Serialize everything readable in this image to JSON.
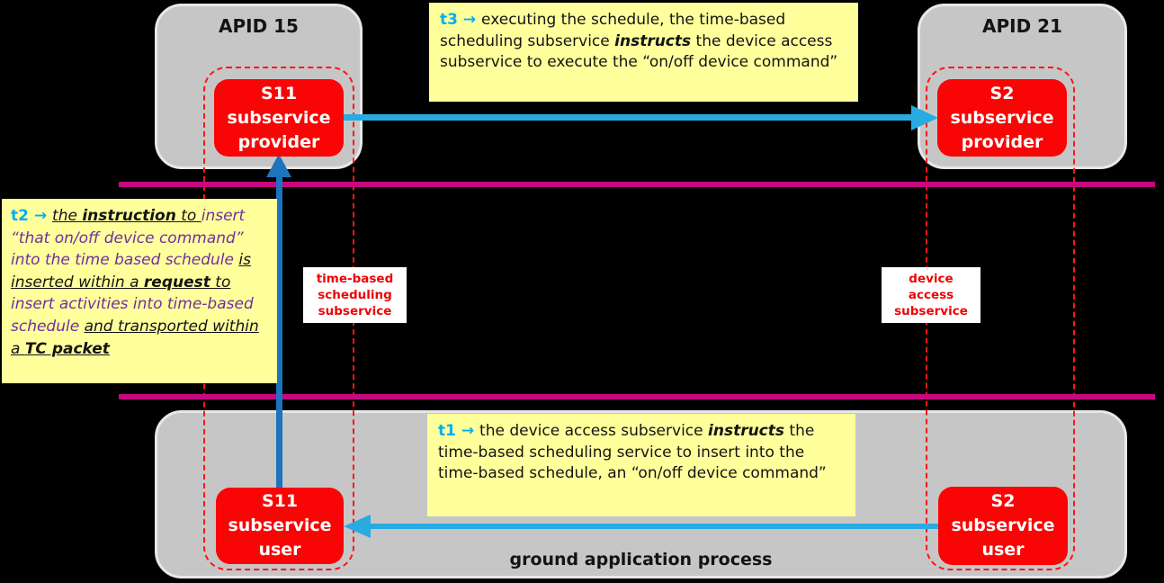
{
  "colors": {
    "background": "#000000",
    "process_box_fill": "#C6C6C6",
    "subservice_box_fill": "#F90505",
    "note_fill": "#FFFF9C",
    "bus_line": "#C6077F",
    "arrow_light_blue": "#29ABE2",
    "arrow_dark_blue": "#1C75BC",
    "lifeline_dashed_red": "#FF1616",
    "step_label_cyan": "#00AEEF",
    "note_purple_text": "#7030A0"
  },
  "apid15": {
    "title": "APID 15"
  },
  "apid21": {
    "title": "APID 21"
  },
  "ground": {
    "label": "ground application process"
  },
  "red_boxes": {
    "s11_provider": {
      "lines": [
        "S11",
        "subservice",
        "provider"
      ]
    },
    "s2_provider": {
      "lines": [
        "S2",
        "subservice",
        "provider"
      ]
    },
    "s11_user": {
      "lines": [
        "S11",
        "subservice",
        "user"
      ]
    },
    "s2_user": {
      "lines": [
        "S2",
        "subservice",
        "user"
      ]
    }
  },
  "lifelines": {
    "left_label": [
      "time-based",
      "scheduling",
      "subservice"
    ],
    "right_label": [
      "device",
      "access",
      "subservice"
    ]
  },
  "notes": {
    "t3": {
      "spans": [
        {
          "t": "t3 ",
          "c": "cy"
        },
        {
          "t": "→ ",
          "c": "cy"
        },
        {
          "t": "executing the schedule, the time-based scheduling subservice ",
          "c": ""
        },
        {
          "t": "instructs",
          "c": "bi"
        },
        {
          "t": " the device access subservice to execute the “on/off device command”",
          "c": ""
        }
      ]
    },
    "t2": {
      "spans": [
        {
          "t": "t2 ",
          "c": "cy"
        },
        {
          "t": "→ ",
          "c": "cy"
        },
        {
          "t": "the ",
          "c": "u"
        },
        {
          "t": "instruction",
          "c": "u b"
        },
        {
          "t": " to ",
          "c": "u"
        },
        {
          "t": "insert “that on/off device command” into the time based schedule ",
          "c": "pu"
        },
        {
          "t": "is inserted within a ",
          "c": "u"
        },
        {
          "t": "request",
          "c": "u b"
        },
        {
          "t": " to ",
          "c": "u"
        },
        {
          "t": "insert activities into time-based schedule ",
          "c": "pu"
        },
        {
          "t": "and transported within a ",
          "c": "u"
        },
        {
          "t": "TC packet",
          "c": "u b"
        }
      ]
    },
    "t1": {
      "spans": [
        {
          "t": "t1 ",
          "c": "cy"
        },
        {
          "t": "→ ",
          "c": "cy"
        },
        {
          "t": "the device access subservice ",
          "c": ""
        },
        {
          "t": "instructs",
          "c": "bi"
        },
        {
          "t": " the time-based scheduling service to insert into the time-based schedule, an “on/off device command”",
          "c": ""
        }
      ]
    }
  }
}
